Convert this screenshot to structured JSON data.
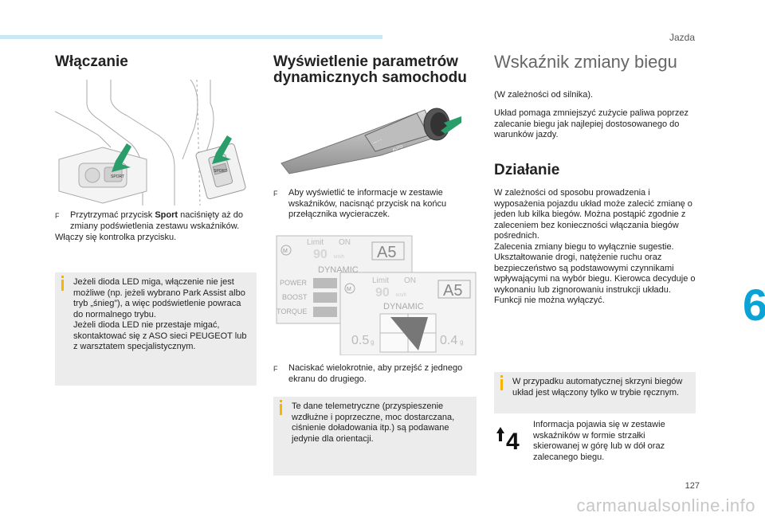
{
  "header": {
    "chapter": "Jazda",
    "tab_number": "6",
    "page_number": "127",
    "watermark": "carmanualsonline.info"
  },
  "col1": {
    "title": "Włączanie",
    "bullet_marker": "F",
    "bullet_text_before": "Przytrzymać przycisk ",
    "bullet_bold": "Sport",
    "bullet_text_after": " naciśnięty aż do zmiany podświetlenia zestawu wskaźników.",
    "after_bullet": "Włączy się kontrolka przycisku.",
    "info": "Jeżeli dioda LED miga, włączenie nie jest możliwe (np. jeżeli wybrano Park Assist albo tryb „śnieg”), a więc podświetlenie powraca do normalnego trybu.\nJeżeli dioda LED nie przestaje migać, skontaktować się z ASO sieci PEUGEOT lub z warsztatem specjalistycznym.",
    "button_label": "SPORT"
  },
  "col2": {
    "title": "Wyświetlenie parametrów dynamicznych samochodu",
    "bullet1_marker": "F",
    "bullet1": "Aby wyświetlić te informacje w zestawie wskaźników, nacisnąć przycisk na końcu przełącznika wycieraczek.",
    "bullet2_marker": "F",
    "bullet2": "Naciskać wielokrotnie, aby przejść z jednego ekranu do drugiego.",
    "info": "Te dane telemetryczne (przyspieszenie wzdłużne i poprzeczne, moc dostarczana, ciśnienie doładowania itp.) są podawane jedynie dla orientacji.",
    "screen_back": {
      "limit": "Limit",
      "on": "ON",
      "speed": "90",
      "unit": "km/h",
      "gear": "A5",
      "mode": "DYNAMIC",
      "rows": [
        "POWER",
        "BOOST",
        "TORQUE"
      ],
      "m_label": "M"
    },
    "screen_front": {
      "limit": "Limit",
      "on": "ON",
      "speed": "90",
      "unit": "km/h",
      "gear": "A5",
      "mode": "DYNAMIC",
      "g_left": "0.5",
      "g_right": "0.4",
      "g_unit": "g",
      "m_label": "M"
    },
    "stalk_label": "AUTO"
  },
  "col3": {
    "title": "Wskaźnik zmiany biegu",
    "p1": "(W zależności od silnika).",
    "p2": "Układ pomaga zmniejszyć zużycie paliwa poprzez zalecanie biegu jak najlepiej dostosowanego do warunków jazdy.",
    "subtitle": "Działanie",
    "p3": "W zależności od sposobu prowadzenia i wyposażenia pojazdu układ może zalecić zmianę o jeden lub kilka biegów. Można postąpić zgodnie z zaleceniem bez konieczności włączania biegów pośrednich.\nZalecenia zmiany biegu to wyłącznie sugestie. Ukształtowanie drogi, natężenie ruchu oraz bezpieczeństwo są podstawowymi czynnikami wpływającymi na wybór biegu. Kierowca decyduje o wykonaniu lub zignorowaniu instrukcji układu.\nFunkcji nie można wyłączyć.",
    "info": "W przypadku automatycznej skrzyni biegów układ jest włączony tylko w trybie ręcznym.",
    "indicator_text": "Informacja pojawia się w zestawie wskaźników w formie strzałki skierowanej w górę lub w dół oraz zalecanego biegu.",
    "gear_digit": "4"
  },
  "colors": {
    "accent": "#0aa3d6",
    "topbar": "#c9e8f6",
    "info_bg": "#ececec",
    "info_mark": "#f7b500",
    "arrow": "#2a9e6a"
  }
}
